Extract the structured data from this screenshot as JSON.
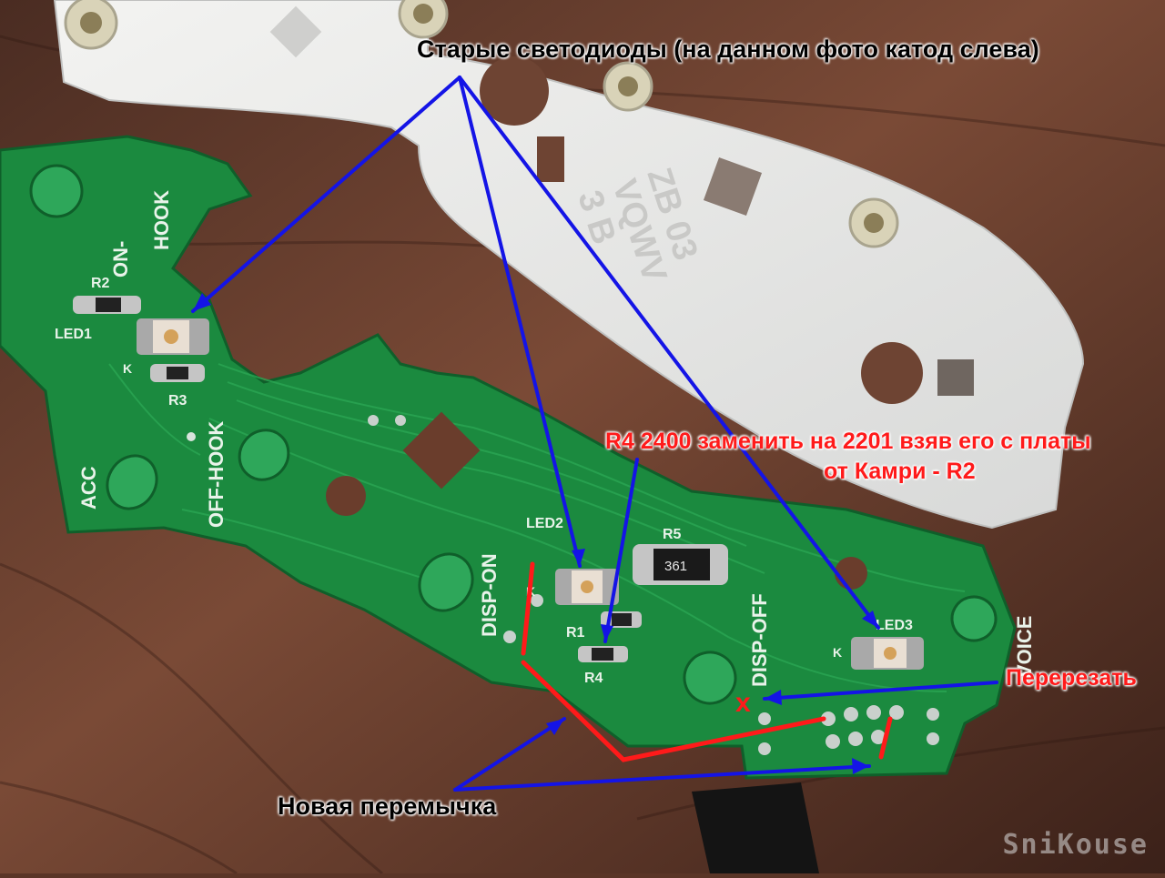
{
  "annotations": {
    "old_leds": "Старые светодиоды (на данном фото катод слева)",
    "r4_line1": "R4 2400 заменить на 2201 взяв его с платы",
    "r4_line2": "от Камри - R2",
    "cut": "Перерезать",
    "jumper": "Новая перемычка",
    "x_mark": "x"
  },
  "pcb_labels": {
    "on_hook_1": "ON-",
    "on_hook_2": "HOOK",
    "off_hook": "OFF-HOOK",
    "acc": "ACC",
    "disp_on": "DISP-ON",
    "disp_off": "DISP-OFF",
    "voice": "VOICE",
    "r2": "R2",
    "r3": "R3",
    "r1": "R1",
    "r4": "R4",
    "r5": "R5",
    "led1": "LED1",
    "led2": "LED2",
    "led3": "LED3",
    "k1": "K",
    "k2": "K",
    "k3": "K",
    "r5_code": "361"
  },
  "part_marking": [
    "ZB 03",
    "VQWV",
    "3  B"
  ],
  "watermark": "SniKouse",
  "colors": {
    "arrow_blue": "#1414e6",
    "mark_red": "#ff1a1a",
    "pcb_green": "#1b8a3f",
    "wood": "#5a3527"
  }
}
